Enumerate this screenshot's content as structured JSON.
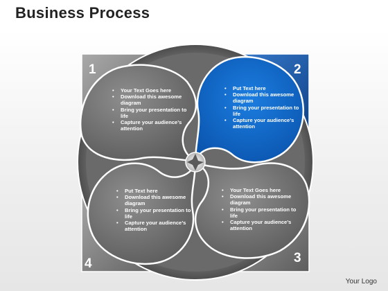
{
  "slide": {
    "title": "Business Process",
    "logo": "Your Logo"
  },
  "segments": [
    {
      "number": "1",
      "color": "#888888",
      "bullets": [
        "Your Text Goes here",
        "Download this awesome diagram",
        "Bring your presentation to life",
        "Capture your audience’s attention"
      ]
    },
    {
      "number": "2",
      "color": "#0b63c0",
      "bullets": [
        "Put Text here",
        "Download this awesome diagram",
        "Bring your presentation to life",
        "Capture your audience’s attention"
      ]
    },
    {
      "number": "3",
      "color": "#888888",
      "bullets": [
        "Your Text Goes here",
        "Download this awesome diagram",
        "Bring your presentation to life",
        "Capture your audience’s attention"
      ]
    },
    {
      "number": "4",
      "color": "#888888",
      "bullets": [
        "Put Text here",
        "Download this awesome diagram",
        "Bring your presentation to life",
        "Capture your audience’s attention"
      ]
    }
  ]
}
